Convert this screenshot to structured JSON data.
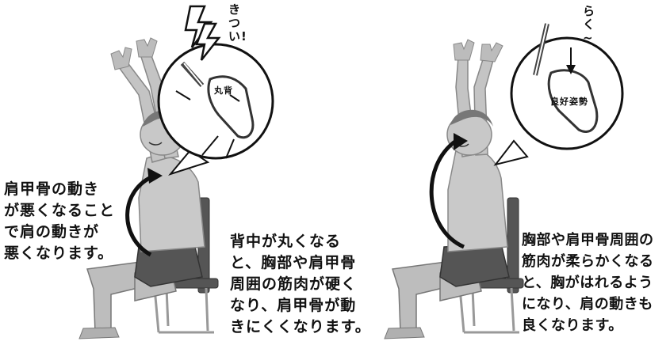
{
  "left_panel": {
    "callout": "肩甲骨の動き\nが悪くなること\nで肩の動きが\n悪くなります。",
    "description": "背中が丸くなる\nと、胸部や肩甲骨\n周囲の筋肉が硬く\nなり、肩甲骨が動\nきにくくなります。",
    "bubble_label": "丸背",
    "exclamation": "きつい!"
  },
  "right_panel": {
    "description": "胸部や肩甲骨周囲の\n筋肉が柔らかくなる\nと、胸がはれるよう\nになり、肩の動きも\n良くなります。",
    "bubble_label": "良好姿勢",
    "exclamation": "らく~"
  }
}
